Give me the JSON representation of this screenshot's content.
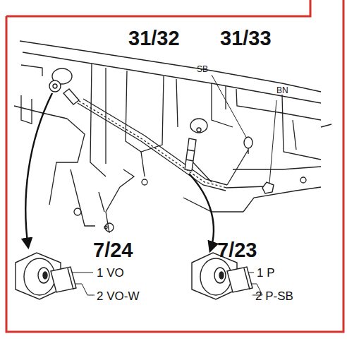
{
  "diagram": {
    "labels": [
      "31/32",
      "31/33",
      "SB",
      "BN",
      "7/24",
      "1 VO",
      "2 VO-W",
      "7/23",
      "1 P",
      "2 P-SB"
    ]
  }
}
